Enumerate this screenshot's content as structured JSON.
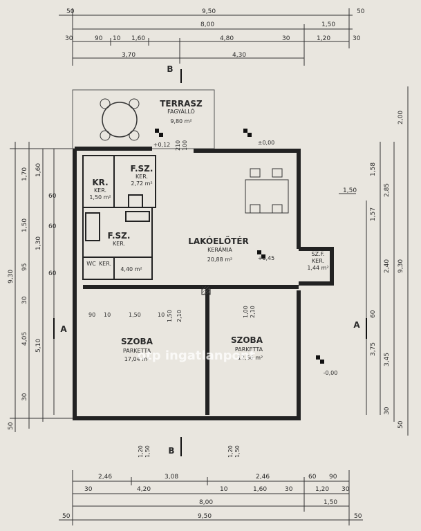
{
  "rooms": {
    "terrace": {
      "name": "TERRASZ",
      "material": "FAGYÁLLÓ",
      "area": "9,80 m²"
    },
    "kitchen": {
      "name": "KR.",
      "material": "KER.",
      "area": "1,50 m²"
    },
    "storage": {
      "name": "F.SZ.",
      "material": "KER.",
      "area": "2,72 m²"
    },
    "bath": {
      "name": "F.SZ.",
      "material": "KER.",
      "area": "4,40 m²"
    },
    "wc": {
      "name": "WC",
      "material": "KER."
    },
    "living": {
      "name": "LAKÓELŐTÉR",
      "material": "KERÁMIA",
      "area": "20,88 m²"
    },
    "room1": {
      "name": "SZOBA",
      "material": "PARKETTA",
      "area": "17,04 m²"
    },
    "room2": {
      "name": "SZOBA",
      "material": "PARKETTA",
      "area": "12,56 m²"
    },
    "sz": {
      "name": "SZ.F.",
      "material": "KER.",
      "area": "1,44 m²"
    }
  },
  "levels": {
    "terrace": "+0,12",
    "entry": "±0,00",
    "living": "+0,45",
    "outside": "-0,00"
  },
  "sections": {
    "a": "A",
    "b": "B"
  },
  "watermark": "otp ingatlanpont",
  "dims_top": {
    "row1": [
      "50",
      "9,50",
      "50"
    ],
    "row2": [
      "8,00",
      "1,50"
    ],
    "row3": [
      "30",
      "90",
      "10",
      "1,60",
      "4,80",
      "30",
      "1,20",
      "30"
    ],
    "row4": [
      "3,70",
      "4,30"
    ]
  },
  "dims_bottom": {
    "row1": [
      "2,46",
      "3,08",
      "2,46",
      "60",
      "90"
    ],
    "row2": [
      "30",
      "4,20",
      "10",
      "1,60",
      "30",
      "1,20",
      "30"
    ],
    "row3": [
      "8,00",
      "1,50"
    ],
    "row4": [
      "50",
      "9,50",
      "50"
    ]
  },
  "dims_left": [
    "9,30",
    "4,05",
    "5,10",
    "30",
    "50",
    "1,60",
    "1,70",
    "1,50",
    "1,30",
    "95",
    "30",
    "60",
    "60",
    "60"
  ],
  "dims_right": [
    "2,00",
    "1,58",
    "2,85",
    "1,50",
    "1,57",
    "2,40",
    "9,30",
    "3,45",
    "3,75",
    "50",
    "30",
    "60"
  ],
  "openings": [
    "210",
    "100",
    "90",
    "10",
    "1,50",
    "10",
    "1,50",
    "2,10",
    "1,20",
    "1,50",
    "1,20",
    "1,50",
    "2,10",
    "1,00"
  ]
}
